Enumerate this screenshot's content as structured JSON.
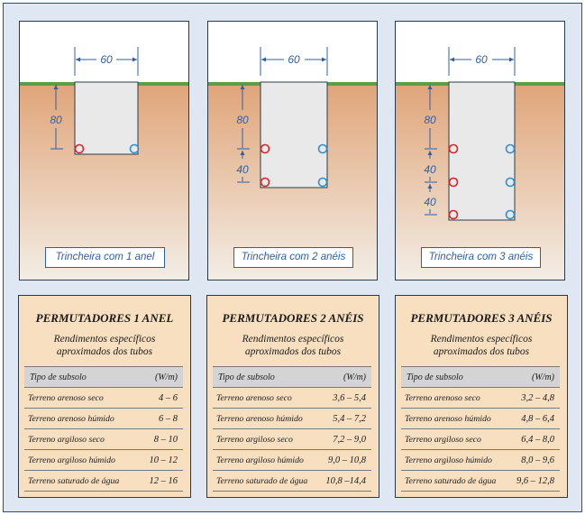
{
  "colors": {
    "frame_border": "#2b4d7e",
    "frame_bg": "#dfe8f2",
    "grass": "#5a9e4a",
    "soil_top": "#e0a579",
    "soil_bottom": "#f3eee6",
    "trench_fill": "#e9e9e9",
    "dimension_line": "#2f5fa5",
    "pipe_red": "#d7262b",
    "pipe_blue": "#2f8fcf",
    "card_bg": "#f8dfc0",
    "table_header_bg": "#d4d4d4"
  },
  "panels": [
    {
      "width_label": "60",
      "depth_labels": [
        "80"
      ],
      "caption": "Trincheira com 1 anel"
    },
    {
      "width_label": "60",
      "depth_labels": [
        "80",
        "40"
      ],
      "caption": "Trincheira com 2 anéis"
    },
    {
      "width_label": "60",
      "depth_labels": [
        "80",
        "40",
        "40"
      ],
      "caption": "Trincheira com 3 anéis"
    }
  ],
  "cards": [
    {
      "title": "PERMUTADORES 1 ANEL",
      "subtitle_1": "Rendimentos específicos",
      "subtitle_2": "aproximados dos tubos",
      "col_type": "Tipo de subsolo",
      "col_unit": "(W/m)",
      "rows": [
        {
          "type": "Terreno arenoso seco",
          "value": "4 – 6"
        },
        {
          "type": "Terreno arenoso húmido",
          "value": "6 – 8"
        },
        {
          "type": "Terreno argiloso seco",
          "value": "8 – 10"
        },
        {
          "type": "Terreno argiloso húmido",
          "value": "10 – 12"
        },
        {
          "type": "Terreno saturado de água",
          "value": "12 – 16"
        }
      ]
    },
    {
      "title": "PERMUTADORES 2 ANÉIS",
      "subtitle_1": "Rendimentos específicos",
      "subtitle_2": "aproximados dos tubos",
      "col_type": "Tipo de subsolo",
      "col_unit": "(W/m)",
      "rows": [
        {
          "type": "Terreno arenoso seco",
          "value": "3,6 – 5,4"
        },
        {
          "type": "Terreno arenoso húmido",
          "value": "5,4 – 7,2"
        },
        {
          "type": "Terreno argiloso seco",
          "value": "7,2 – 9,0"
        },
        {
          "type": "Terreno argiloso húmido",
          "value": "9,0 – 10,8"
        },
        {
          "type": "Terreno saturado de água",
          "value": "10,8 –14,4"
        }
      ]
    },
    {
      "title": "PERMUTADORES 3 ANÉIS",
      "subtitle_1": "Rendimentos específicos",
      "subtitle_2": "aproximados dos tubos",
      "col_type": "Tipo de subsolo",
      "col_unit": "(W/m)",
      "rows": [
        {
          "type": "Terreno arenoso seco",
          "value": "3,2 – 4,8"
        },
        {
          "type": "Terreno arenoso húmido",
          "value": "4,8 – 6,4"
        },
        {
          "type": "Terreno argiloso seco",
          "value": "6,4 – 8,0"
        },
        {
          "type": "Terreno argiloso húmido",
          "value": "8,0 – 9,6"
        },
        {
          "type": "Terreno saturado de água",
          "value": "9,6 – 12,8"
        }
      ]
    }
  ]
}
